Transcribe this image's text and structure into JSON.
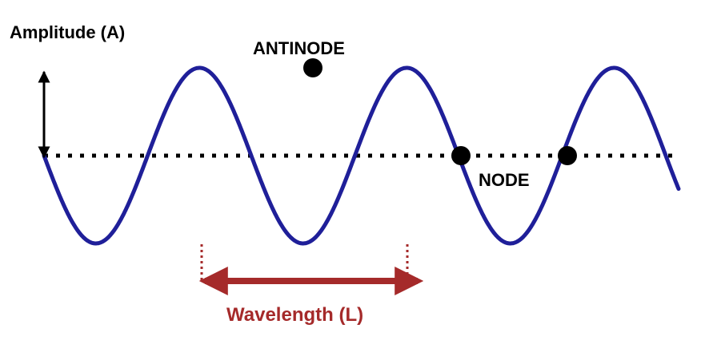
{
  "labels": {
    "amplitude": "Amplitude (A)",
    "antinode": "ANTINODE",
    "node": "NODE",
    "wavelength": "Wavelength (L)"
  },
  "colors": {
    "wave": "#1f1f99",
    "baseline": "#000000",
    "marker": "#000000",
    "wavelength": "#a52a2a",
    "text": "#000000",
    "background": "#ffffff"
  }
}
